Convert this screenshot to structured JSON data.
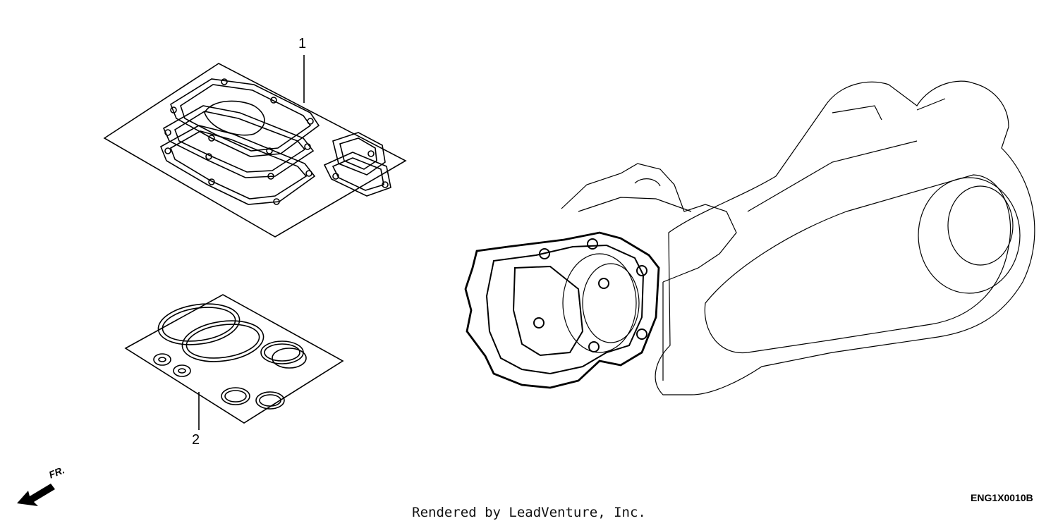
{
  "callouts": {
    "part_1": "1",
    "part_2": "2"
  },
  "direction_marker": {
    "label": "FR.",
    "icon": "front-direction-arrow-icon"
  },
  "diagram_code": "ENG1X0010B",
  "credit": "Rendered by LeadVenture, Inc.",
  "colors": {
    "line": "#000000",
    "background": "#ffffff"
  }
}
